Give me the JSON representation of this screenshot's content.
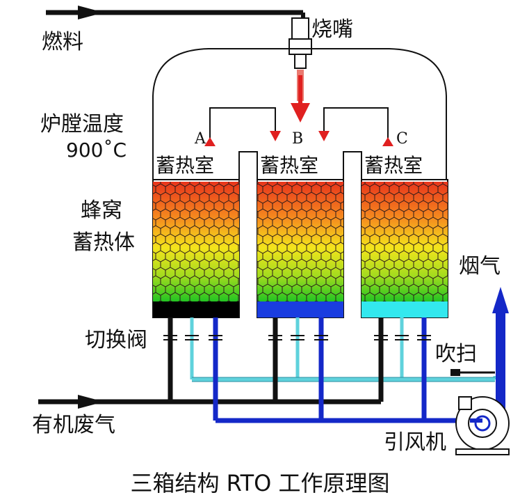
{
  "labels": {
    "fuel": "燃料",
    "burner": "烧嘴",
    "furnace_temp_label": "炉膛温度",
    "furnace_temp_value": "900˚C",
    "honeycomb_line1": "蜂窝",
    "honeycomb_line2": "蓄热体",
    "switch_valve": "切换阀",
    "organic_waste_gas": "有机废气",
    "induced_fan": "引风机",
    "flue_gas": "烟气",
    "purge": "吹扫",
    "caption": "三箱结构 RTO 工作原理图"
  },
  "chambers": [
    {
      "letter": "A",
      "name": "蓄热室"
    },
    {
      "letter": "B",
      "name": "蓄热室"
    },
    {
      "letter": "C",
      "name": "蓄热室"
    }
  ],
  "colors": {
    "inlet_pipe": "#111111",
    "outlet_pipe": "#1428c8",
    "purge_pipe": "#5fd2dc",
    "flame": "#e02020",
    "bed_top": "#e8341c",
    "bed_bottom": "#22c422",
    "chamber_a_base": "#000000",
    "chamber_b_base": "#1a3de0",
    "chamber_c_base": "#33e8ee"
  }
}
